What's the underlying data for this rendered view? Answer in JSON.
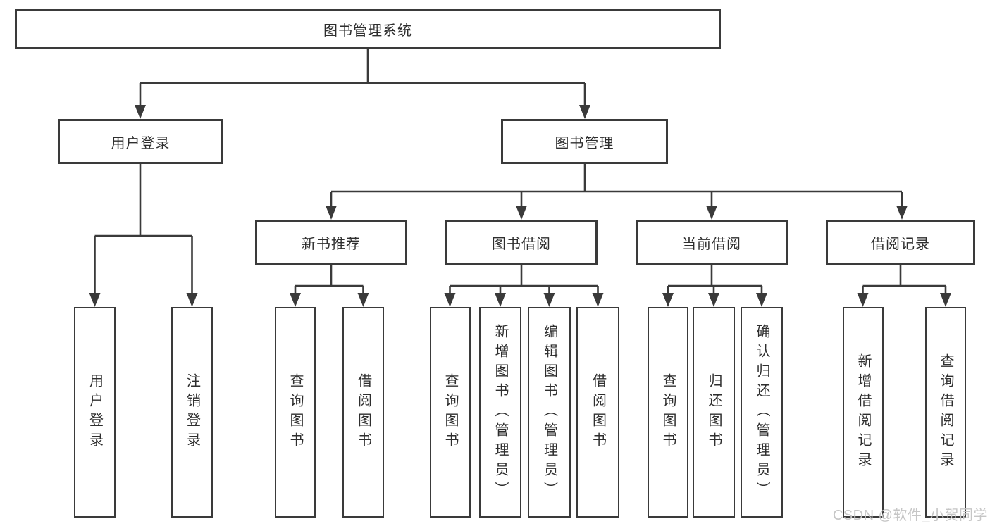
{
  "colors": {
    "line": "#3a3a3a",
    "border": "#3a3a3a",
    "text": "#2e2e2e",
    "watermark": "#c6c6c6",
    "background": "#ffffff"
  },
  "diagram": {
    "root": {
      "label": "图书管理系统"
    },
    "level1": [
      {
        "label": "用户登录"
      },
      {
        "label": "图书管理"
      }
    ],
    "level2": [
      {
        "label": "新书推荐",
        "parent": "图书管理"
      },
      {
        "label": "图书借阅",
        "parent": "图书管理"
      },
      {
        "label": "当前借阅",
        "parent": "图书管理"
      },
      {
        "label": "借阅记录",
        "parent": "图书管理"
      }
    ],
    "leaves": [
      {
        "label": "用户登录",
        "parent": "用户登录"
      },
      {
        "label": "注销登录",
        "parent": "用户登录"
      },
      {
        "label": "查询图书",
        "parent": "新书推荐"
      },
      {
        "label": "借阅图书",
        "parent": "新书推荐"
      },
      {
        "label": "查询图书",
        "parent": "图书借阅"
      },
      {
        "label": "新增图书（管理员）",
        "parent": "图书借阅"
      },
      {
        "label": "编辑图书（管理员）",
        "parent": "图书借阅"
      },
      {
        "label": "借阅图书",
        "parent": "图书借阅"
      },
      {
        "label": "查询图书",
        "parent": "当前借阅"
      },
      {
        "label": "归还图书",
        "parent": "当前借阅"
      },
      {
        "label": "确认归还（管理员）",
        "parent": "当前借阅"
      },
      {
        "label": "新增借阅记录",
        "parent": "借阅记录"
      },
      {
        "label": "查询借阅记录",
        "parent": "借阅记录"
      }
    ]
  },
  "watermark": {
    "text": "CSDN @软件_小贺同学"
  }
}
